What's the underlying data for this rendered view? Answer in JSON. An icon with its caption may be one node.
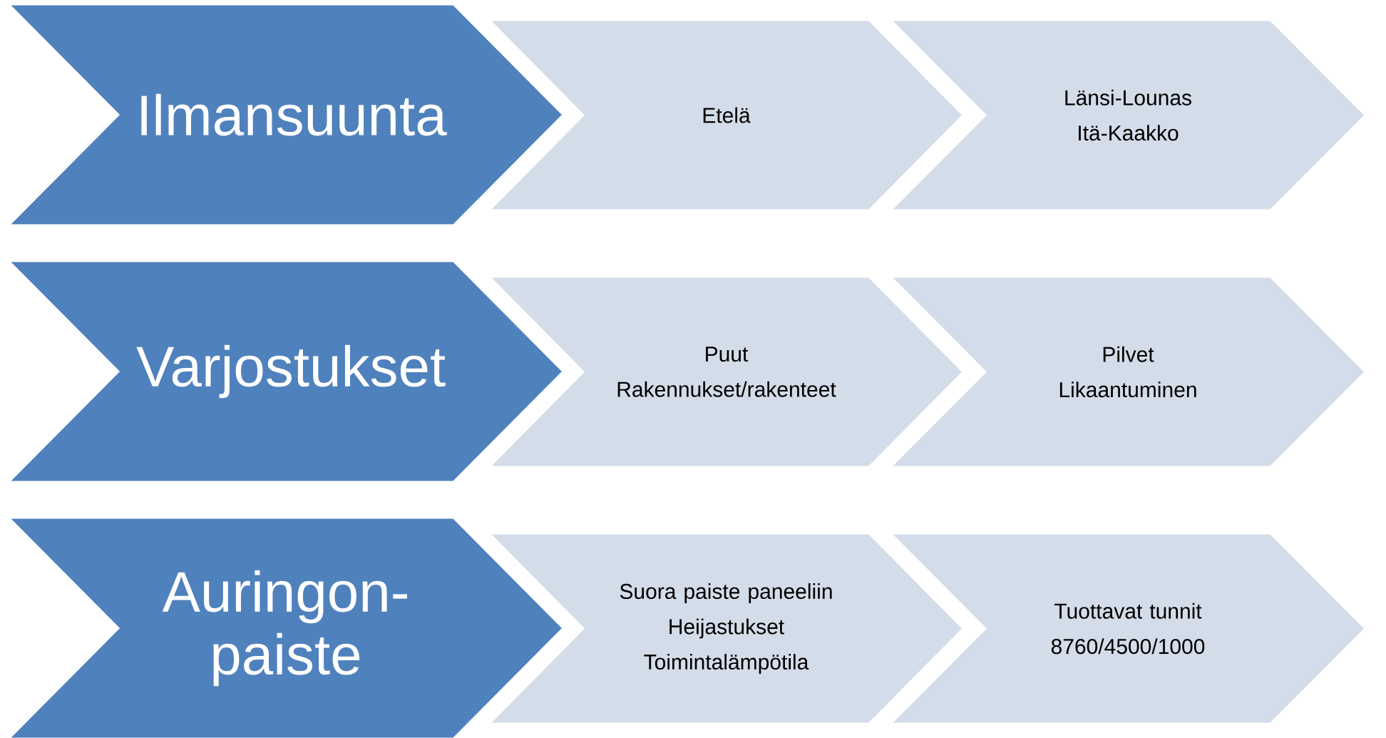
{
  "diagram": {
    "nodes": [
      {
        "text": [
          "Ilmansuunta"
        ]
      },
      {
        "text": [
          "Etelä"
        ]
      },
      {
        "text": [
          "Länsi-Lounas",
          "Itä-Kaakko"
        ]
      },
      {
        "text": [
          "Varjostukset"
        ]
      },
      {
        "text": [
          "Puut",
          "Rakennukset/rakenteet"
        ]
      },
      {
        "text": [
          "Pilvet",
          "Likaantuminen"
        ]
      },
      {
        "text": [
          "Auringon- paiste"
        ]
      },
      {
        "text": [
          "Suora paiste paneeliin",
          "Heijastukset",
          "Toimintalämpötila"
        ]
      },
      {
        "text": [
          "Tuottavat tunnit",
          "8760/4500/1000"
        ]
      }
    ]
  }
}
